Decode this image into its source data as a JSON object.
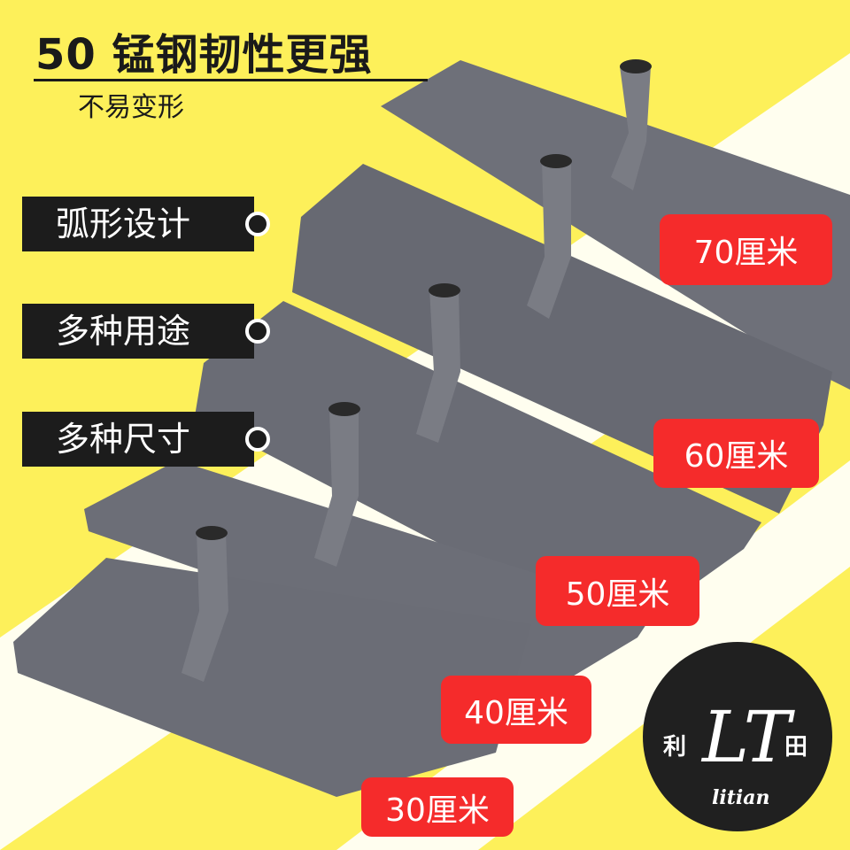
{
  "headline": {
    "title": "50 锰钢韧性更强",
    "subtitle": "不易变形"
  },
  "features": [
    {
      "label": "弧形设计"
    },
    {
      "label": "多种用途"
    },
    {
      "label": "多种尺寸"
    }
  ],
  "sizes": [
    {
      "label": "70厘米"
    },
    {
      "label": "60厘米"
    },
    {
      "label": "50厘米"
    },
    {
      "label": "40厘米"
    },
    {
      "label": "30厘米"
    }
  ],
  "logo": {
    "left_char": "利",
    "right_char": "田",
    "monogram": "LT",
    "english": "litian"
  },
  "colors": {
    "background": "#fdf05a",
    "badge": "#f52b2b",
    "shovel": "#6e7079",
    "panel": "#1c1c1c"
  }
}
